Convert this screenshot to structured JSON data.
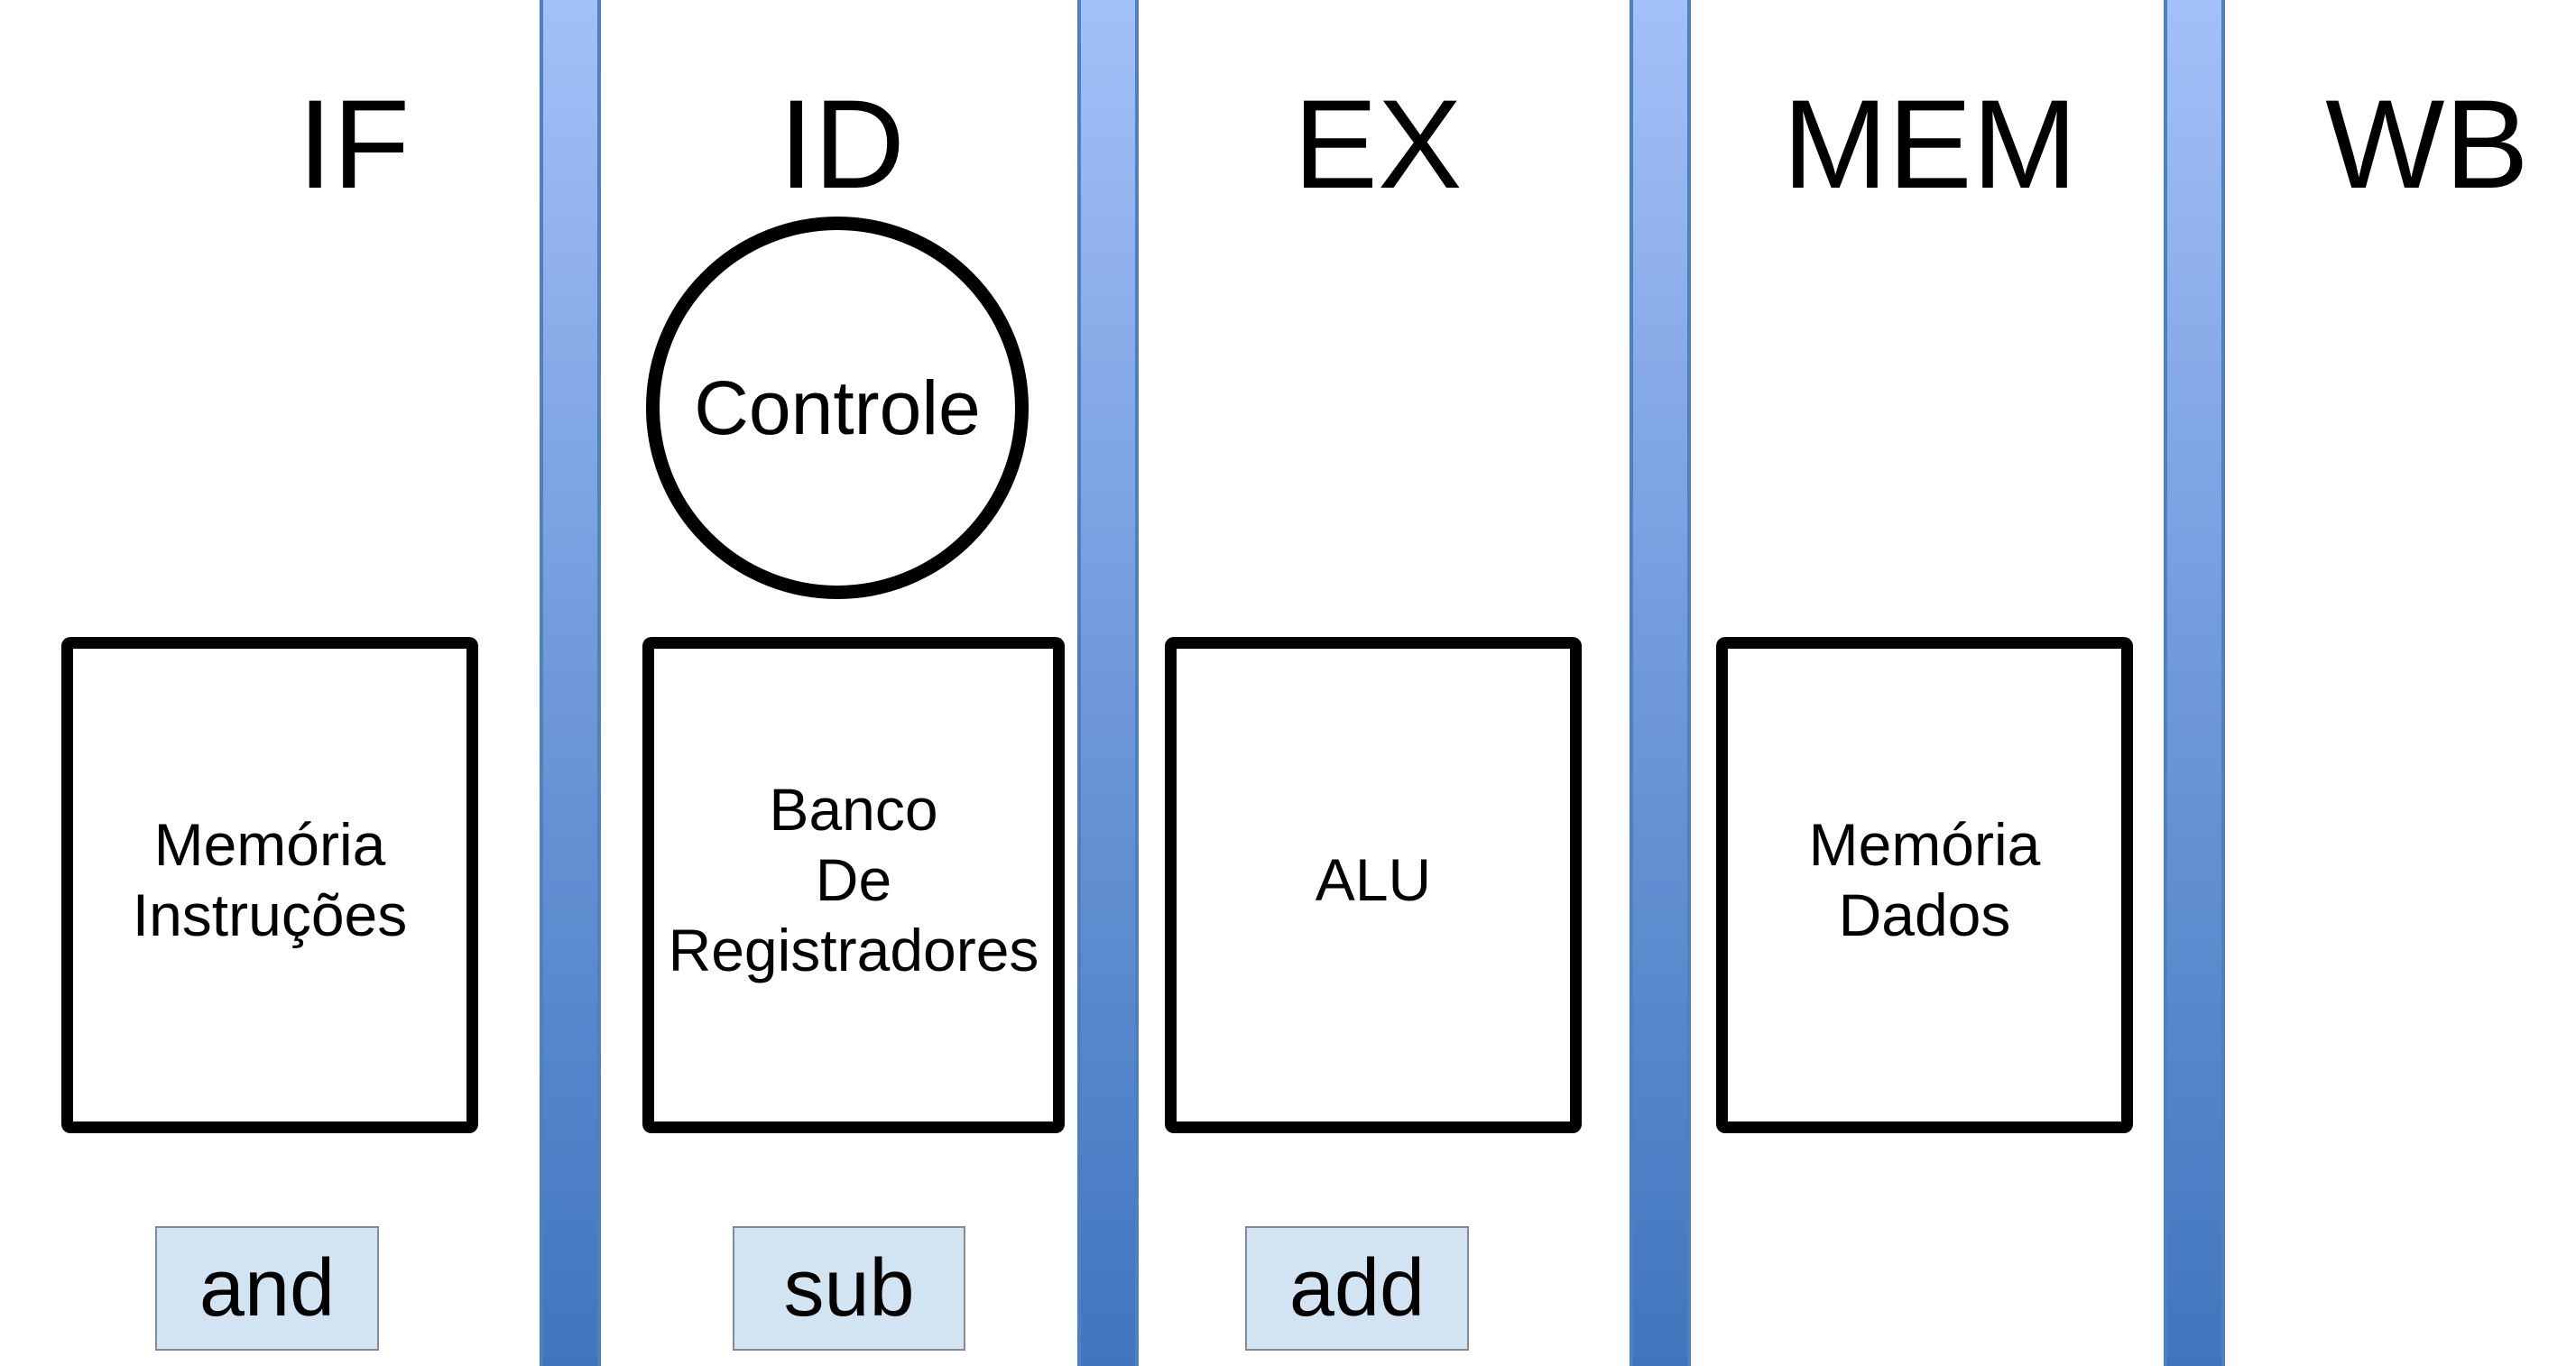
{
  "stage_headers": [
    {
      "label": "IF"
    },
    {
      "label": "ID"
    },
    {
      "label": "EX"
    },
    {
      "label": "MEM"
    },
    {
      "label": "WB"
    }
  ],
  "units": [
    {
      "id": "instruction-memory",
      "stage": "IF",
      "lines": [
        "Memória",
        "Instruções"
      ]
    },
    {
      "id": "register-file",
      "stage": "ID",
      "lines": [
        "Banco",
        "De",
        "Registradores"
      ]
    },
    {
      "id": "alu",
      "stage": "EX",
      "lines": [
        "ALU"
      ]
    },
    {
      "id": "data-memory",
      "stage": "MEM",
      "lines": [
        "Memória",
        "Dados"
      ]
    }
  ],
  "control_unit": {
    "label": "Controle",
    "stage": "ID"
  },
  "instructions": [
    {
      "label": "and",
      "stage": "IF"
    },
    {
      "label": "sub",
      "stage": "ID"
    },
    {
      "label": "add",
      "stage": "EX"
    }
  ],
  "colors": {
    "divider_top": "#a4c0f8",
    "divider_mid": "#6d97d9",
    "divider_bottom": "#3f76bd",
    "divider_edge": "#4d80bd",
    "chip_fill": "#d2e4f2",
    "chip_border": "#848b94",
    "outline": "#000000",
    "background": "#ffffff",
    "text": "#000000"
  }
}
